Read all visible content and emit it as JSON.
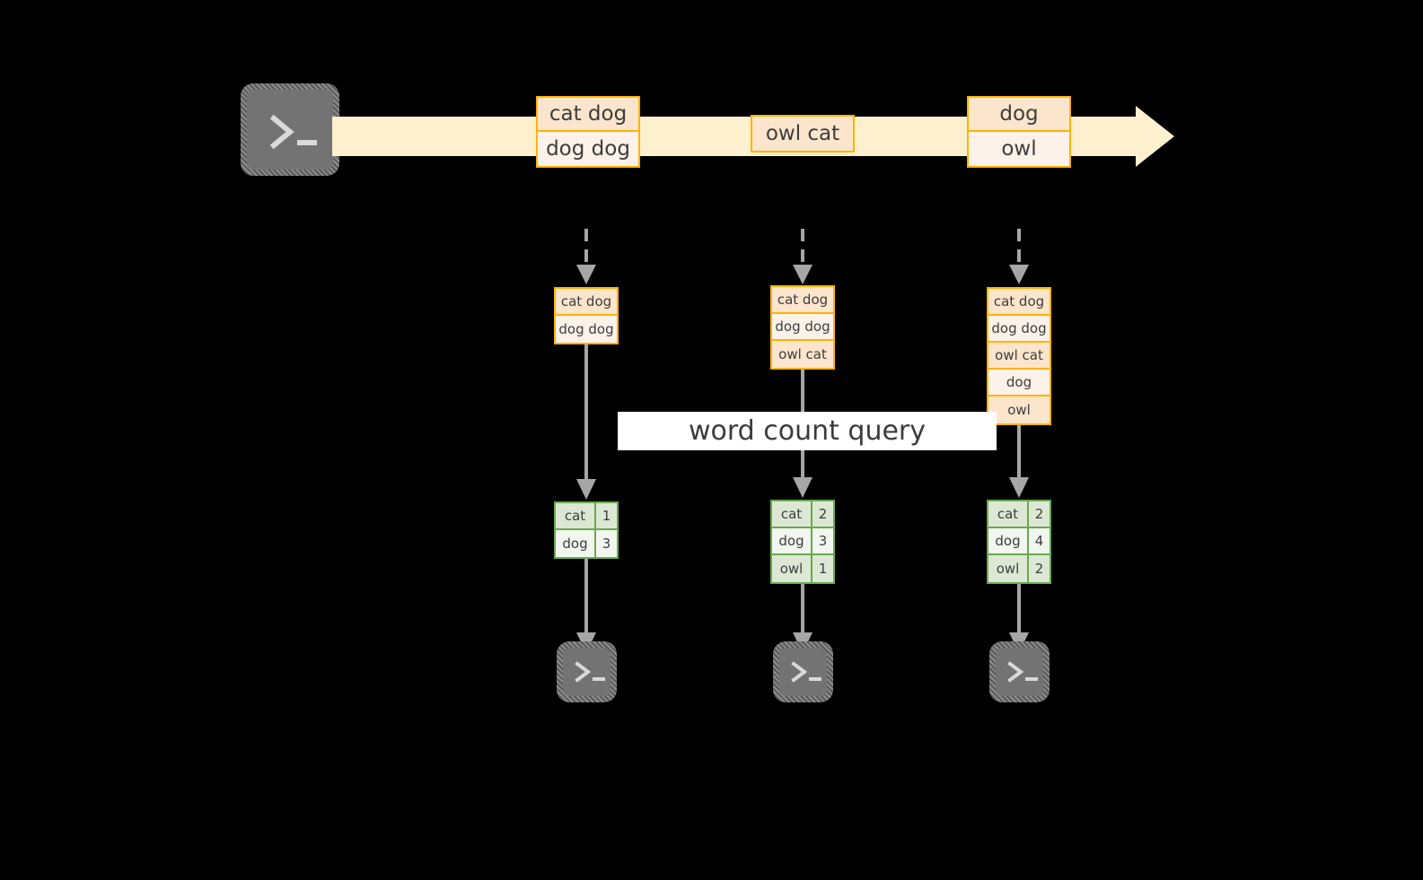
{
  "diagram": {
    "title": "",
    "colors": {
      "background": "#000000",
      "log_border": "#FFB300",
      "log_fill_dark": "#FCE5CD",
      "log_fill_light": "#FDF2E9",
      "stream_arrow": "#FDF0CF",
      "result_border": "#6AA84F",
      "result_fill_dark": "#DCE8D4",
      "result_fill_light": "#F1F6EF",
      "connector": "#A6A6A6",
      "terminal_fill": "#737373",
      "label_bg": "#FFFFFF"
    },
    "source": {
      "icon": "terminal-icon",
      "glyph": ">_"
    },
    "stream": {
      "icon": "right-arrow-icon",
      "batches": [
        {
          "lines": [
            "cat dog",
            "dog dog"
          ]
        },
        {
          "lines": [
            "owl cat"
          ]
        },
        {
          "lines": [
            "dog",
            "owl"
          ]
        }
      ]
    },
    "query_label": "word count query",
    "snapshots": [
      {
        "name": "snapshot-1",
        "log_lines": [
          "cat dog",
          "dog dog"
        ],
        "results": [
          {
            "word": "cat",
            "count": "1"
          },
          {
            "word": "dog",
            "count": "3"
          }
        ],
        "sink": {
          "icon": "terminal-icon",
          "glyph": ">_"
        }
      },
      {
        "name": "snapshot-2",
        "log_lines": [
          "cat dog",
          "dog dog",
          "owl cat"
        ],
        "results": [
          {
            "word": "cat",
            "count": "2"
          },
          {
            "word": "dog",
            "count": "3"
          },
          {
            "word": "owl",
            "count": "1"
          }
        ],
        "sink": {
          "icon": "terminal-icon",
          "glyph": ">_"
        }
      },
      {
        "name": "snapshot-3",
        "log_lines": [
          "cat dog",
          "dog dog",
          "owl cat",
          "dog",
          "owl"
        ],
        "results": [
          {
            "word": "cat",
            "count": "2"
          },
          {
            "word": "dog",
            "count": "4"
          },
          {
            "word": "owl",
            "count": "2"
          }
        ],
        "sink": {
          "icon": "terminal-icon",
          "glyph": ">_"
        }
      }
    ]
  }
}
